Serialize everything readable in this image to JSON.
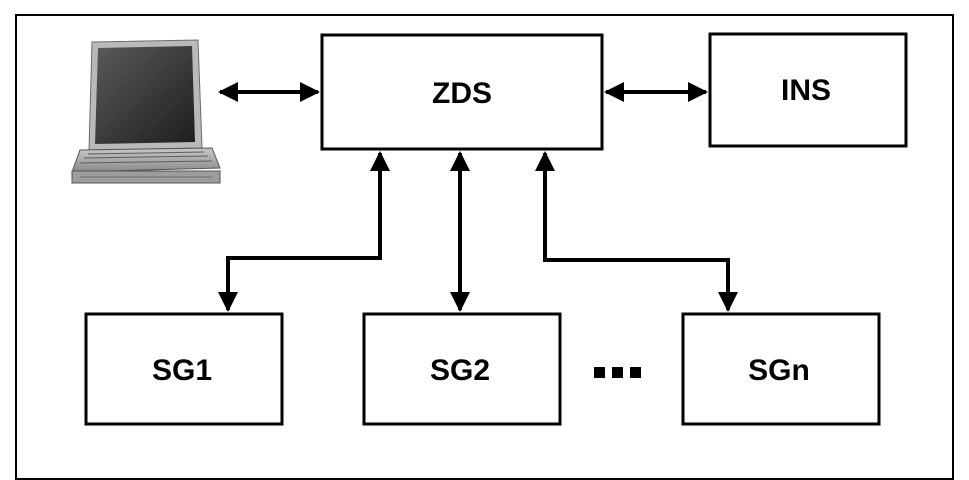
{
  "diagram": {
    "nodes": {
      "zds": "ZDS",
      "ins": "INS",
      "sg1": "SG1",
      "sg2": "SG2",
      "sgn": "SGn"
    },
    "icons": {
      "computer": "laptop-icon",
      "ellipsis": "ellipsis-icon"
    }
  }
}
